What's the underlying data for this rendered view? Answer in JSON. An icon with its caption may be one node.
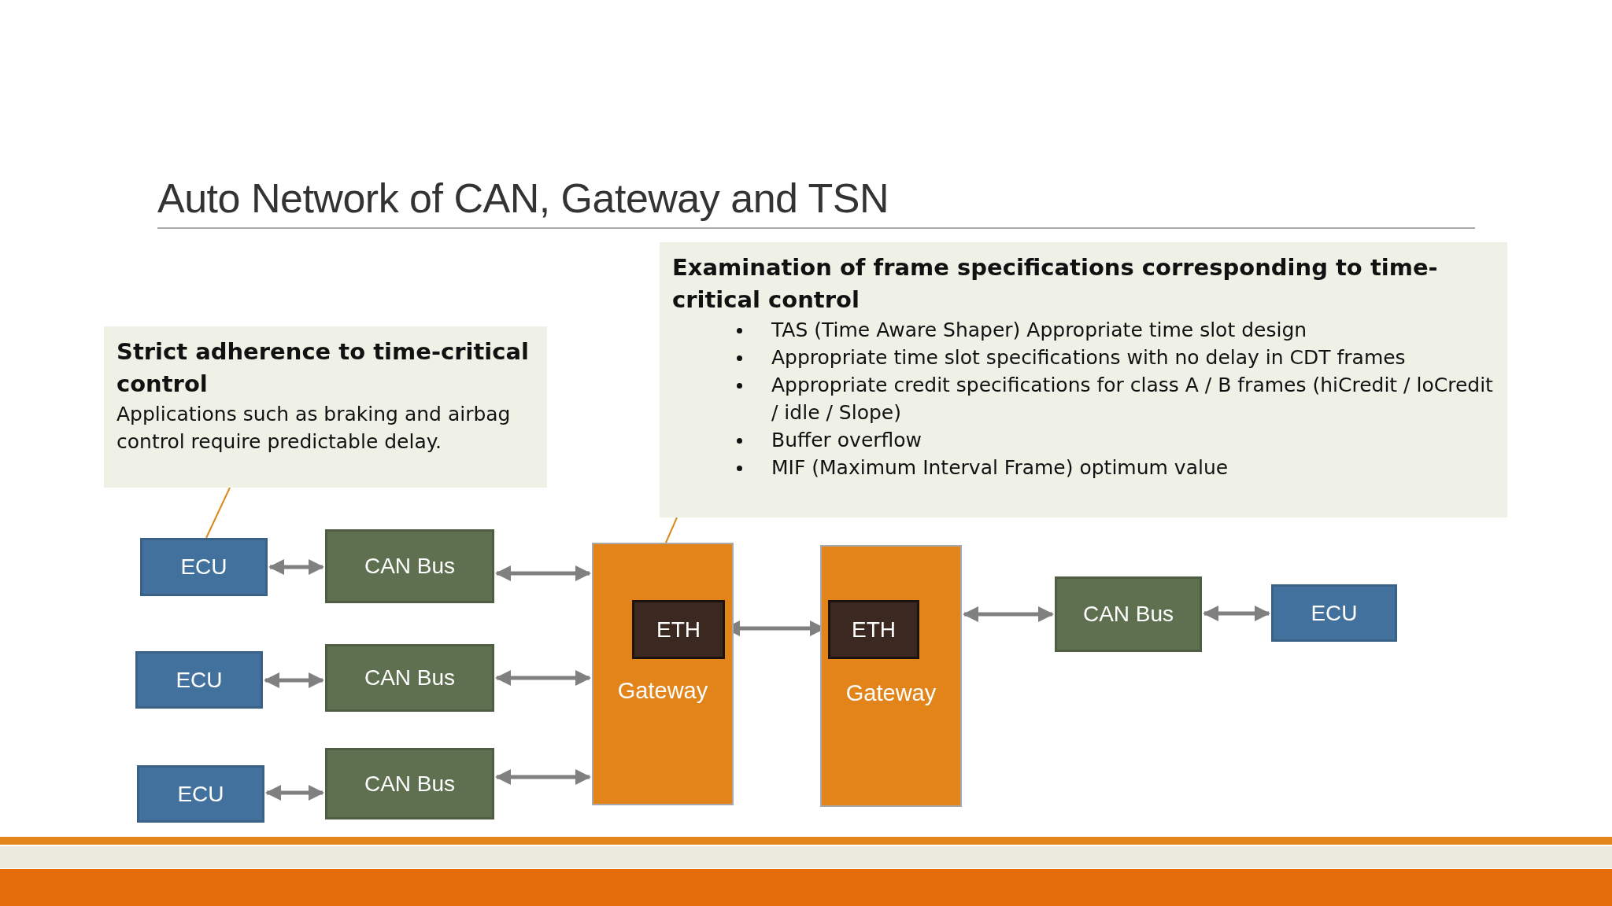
{
  "diagram": {
    "title": "Auto Network of CAN, Gateway and TSN",
    "nodes": [
      {
        "text": [
          "Strict adherence to time-critical control",
          "Applications such as braking and airbag control require predictable delay."
        ]
      },
      {
        "text": [
          "Examination of frame specifications corresponding to time-critical control",
          "TAS (Time Aware Shaper) Appropriate time slot design",
          "Appropriate time slot specifications with no delay in CDT frames",
          "Appropriate credit specifications for class A / B frames (hiCredit / loCredit / idle / Slope)",
          "Buffer overflow",
          "MIF (Maximum Interval Frame) optimum value"
        ]
      },
      {
        "text": [
          "ECU"
        ]
      },
      {
        "text": [
          "CAN Bus"
        ]
      },
      {
        "text": [
          "ECU"
        ]
      },
      {
        "text": [
          "CAN Bus"
        ]
      },
      {
        "text": [
          "ECU"
        ]
      },
      {
        "text": [
          "CAN Bus"
        ]
      },
      {
        "text": [
          "Gateway"
        ]
      },
      {
        "text": [
          "ETH"
        ],
        "in": 8
      },
      {
        "text": [
          "Gateway"
        ]
      },
      {
        "text": [
          "ETH"
        ],
        "in": 10
      },
      {
        "text": [
          "CAN Bus"
        ]
      },
      {
        "text": [
          "ECU"
        ]
      }
    ],
    "edges": [
      {
        "from": 0,
        "to": 2,
        "arrow": "none",
        "color": "#d9891a"
      },
      {
        "from": 1,
        "to": 8,
        "arrow": "none",
        "color": "#d9891a"
      },
      {
        "from": 2,
        "to": 3,
        "arrow": "both"
      },
      {
        "from": 4,
        "to": 5,
        "arrow": "both"
      },
      {
        "from": 6,
        "to": 7,
        "arrow": "both"
      },
      {
        "from": 3,
        "to": 8,
        "arrow": "both"
      },
      {
        "from": 5,
        "to": 8,
        "arrow": "both"
      },
      {
        "from": 7,
        "to": 8,
        "arrow": "both"
      },
      {
        "from": 9,
        "to": 11,
        "arrow": "both"
      },
      {
        "from": 10,
        "to": 12,
        "arrow": "both"
      },
      {
        "from": 12,
        "to": 13,
        "arrow": "both"
      }
    ]
  }
}
